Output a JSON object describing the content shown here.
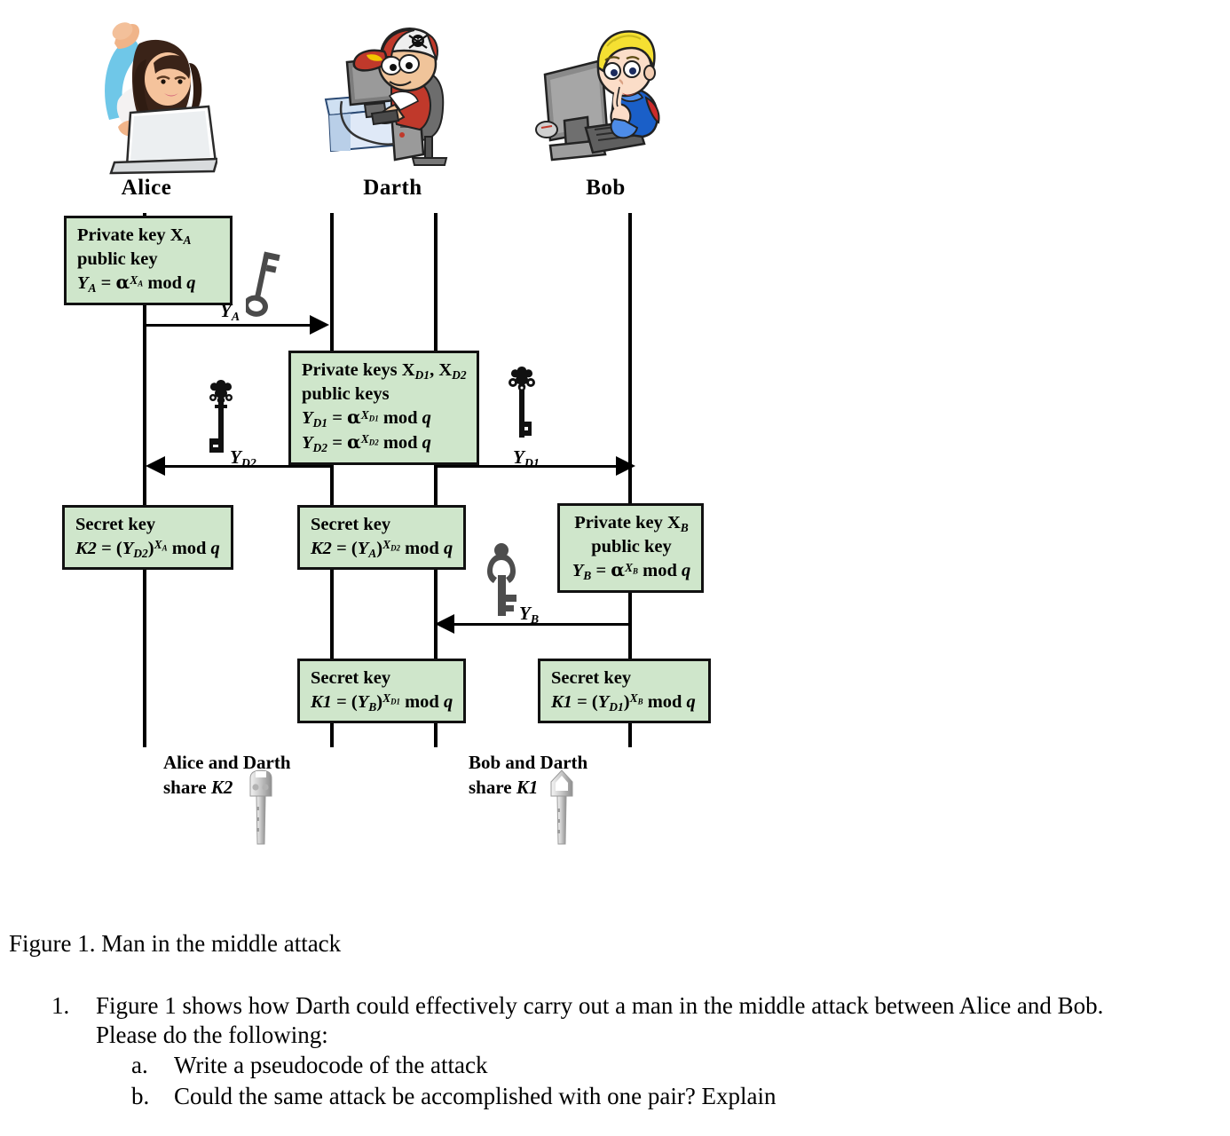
{
  "actors": [
    {
      "name": "Alice",
      "icon": "alice-laptop-illustration"
    },
    {
      "name": "Darth",
      "icon": "darth-hacker-illustration"
    },
    {
      "name": "Bob",
      "icon": "bob-desktop-illustration"
    }
  ],
  "notes": {
    "alice_keys": {
      "line1": "Private key X",
      "line1_sub": "A",
      "line2": "public key",
      "line3_lhs": "Y",
      "line3_lhs_sub": "A",
      "line3_eq": " = ",
      "line3_alpha": "α",
      "line3_exp": "X",
      "line3_exp_sub": "A",
      "line3_tail": " mod ",
      "line3_q": "q"
    },
    "darth_keys": {
      "line1": "Private keys X",
      "line1_sub1": "D1",
      "line1_mid": ", X",
      "line1_sub2": "D2",
      "line2": "public keys",
      "line3_lhs": "Y",
      "line3_lhs_sub": "D1",
      "line3_eq": " = ",
      "line3_alpha": "α",
      "line3_exp": "X",
      "line3_exp_sub": "D1",
      "line3_tail": " mod ",
      "line3_q": "q",
      "line4_lhs": "Y",
      "line4_lhs_sub": "D2",
      "line4_eq": " = ",
      "line4_alpha": "α",
      "line4_exp": "X",
      "line4_exp_sub": "D2",
      "line4_tail": " mod ",
      "line4_q": "q"
    },
    "bob_keys": {
      "line1": "Private key X",
      "line1_sub": "B",
      "line2": "public key",
      "line3_lhs": "Y",
      "line3_lhs_sub": "B",
      "line3_eq": " = ",
      "line3_alpha": "α",
      "line3_exp": "X",
      "line3_exp_sub": "B",
      "line3_tail": " mod ",
      "line3_q": "q"
    },
    "alice_k2": {
      "title": "Secret key",
      "k": "K2",
      "eq": " = (",
      "base": "Y",
      "base_sub": "D2",
      "close": ")",
      "exp": "X",
      "exp_sub": "A",
      "tail": " mod ",
      "q": "q"
    },
    "darth_k2": {
      "title": "Secret key",
      "k": "K2",
      "eq": " = (",
      "base": "Y",
      "base_sub": "A",
      "close": ")",
      "exp": "X",
      "exp_sub": "D2",
      "tail": " mod ",
      "q": "q"
    },
    "darth_k1": {
      "title": "Secret key",
      "k": "K1",
      "eq": " = (",
      "base": "Y",
      "base_sub": "B",
      "close": ")",
      "exp": "X",
      "exp_sub": "D1",
      "tail": " mod ",
      "q": "q"
    },
    "bob_k1": {
      "title": "Secret key",
      "k": "K1",
      "eq": " = (",
      "base": "Y",
      "base_sub": "D1",
      "close": ")",
      "exp": "X",
      "exp_sub": "B",
      "tail": " mod ",
      "q": "q"
    }
  },
  "messages": [
    {
      "id": "ya",
      "label": "Y",
      "sub": "A",
      "direction": "right",
      "key_icon": "skeleton-key-icon"
    },
    {
      "id": "yd2",
      "label": "Y",
      "sub": "D2",
      "direction": "left",
      "key_icon": "ornate-key-icon"
    },
    {
      "id": "yd1",
      "label": "Y",
      "sub": "D1",
      "direction": "right",
      "key_icon": "ornate-key-icon"
    },
    {
      "id": "yb",
      "label": "Y",
      "sub": "B",
      "direction": "left",
      "key_icon": "gray-key-icon"
    }
  ],
  "shared": {
    "left": {
      "line1": "Alice and Darth",
      "line2_pre": "share ",
      "line2_key": "K2",
      "key_icon": "house-key-icon"
    },
    "right": {
      "line1": "Bob and Darth",
      "line2_pre": "share ",
      "line2_key": "K1",
      "key_icon": "house-key-icon"
    }
  },
  "caption": "Figure 1.  Man in the middle attack",
  "question": {
    "number": "1.",
    "line1": "Figure 1 shows how Darth could effectively carry out a man in the middle attack between Alice and Bob.",
    "line2": "Please do the following:",
    "items": [
      {
        "marker": "a.",
        "text": "Write a pseudocode of the attack"
      },
      {
        "marker": "b.",
        "text": "Could the same attack be accomplished with one pair? Explain"
      }
    ]
  },
  "colors": {
    "note_fill": "#cfe6cb",
    "note_border": "#111111",
    "line": "#000000",
    "key_gray": "#5a5a5a"
  }
}
